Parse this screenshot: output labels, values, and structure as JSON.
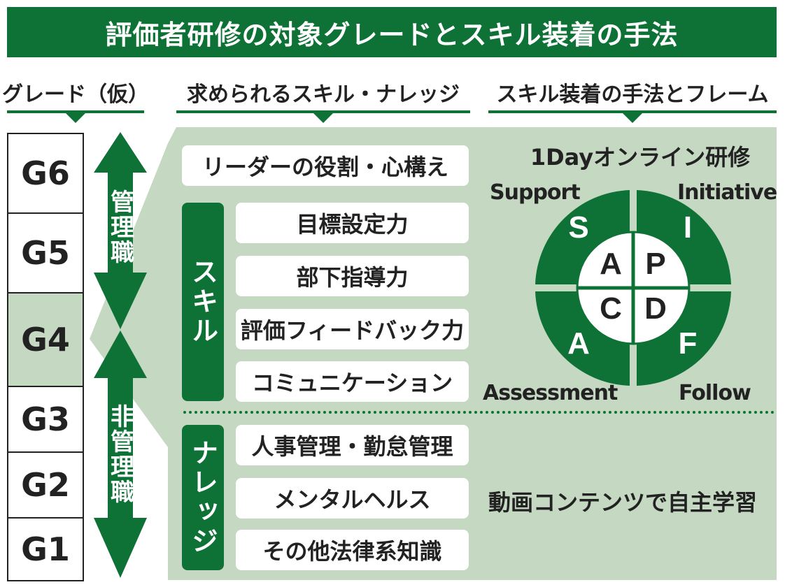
{
  "title": "評価者研修の対象グレードとスキル装着の手法",
  "columns": {
    "grade": "グレード（仮）",
    "skills": "求められるスキル・ナレッジ",
    "method": "スキル装着の手法とフレーム"
  },
  "grades": [
    "G6",
    "G5",
    "G4",
    "G3",
    "G2",
    "G1"
  ],
  "grade_highlight": "G4",
  "arrows": {
    "management": "管理職",
    "non_management": "非管理職"
  },
  "leader_item": "リーダーの役割・心構え",
  "skill_group": {
    "label": "スキル",
    "items": [
      "目標設定力",
      "部下指導力",
      "評価フィードバック力",
      "コミュニケーション"
    ]
  },
  "knowledge_group": {
    "label": "ナレッジ",
    "items": [
      "人事管理・勤怠管理",
      "メンタルヘルス",
      "その他法律系知識"
    ]
  },
  "framework": {
    "title": "1Dayオンライン研修",
    "outer": [
      {
        "letter": "S",
        "name": "Support"
      },
      {
        "letter": "I",
        "name": "Initiative"
      },
      {
        "letter": "A",
        "name": "Assessment"
      },
      {
        "letter": "F",
        "name": "Follow"
      }
    ],
    "inner": [
      "A",
      "P",
      "C",
      "D"
    ]
  },
  "knowledge_method": "動画コンテンツで自主学習",
  "colors": {
    "accent": "#0e7236",
    "panel": "#c5d8c2"
  }
}
